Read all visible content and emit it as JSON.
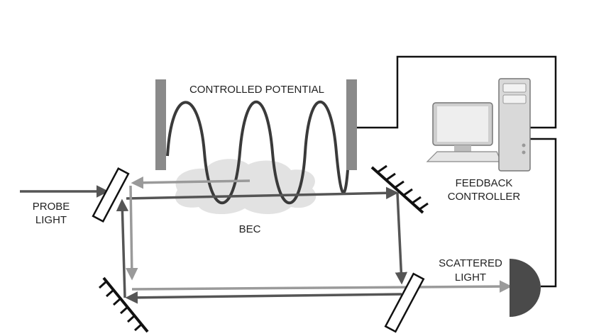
{
  "labels": {
    "controlled_potential": "CONTROLLED POTENTIAL",
    "probe_line1": "PROBE",
    "probe_line2": "LIGHT",
    "bec": "BEC",
    "feedback_line1": "FEEDBACK",
    "feedback_line2": "CONTROLLER",
    "scattered_line1": "SCATTERED",
    "scattered_line2": "LIGHT"
  },
  "colors": {
    "dark_beam": "#555555",
    "light_beam": "#9a9a9a",
    "potential_plate": "#8a8a8a",
    "wave": "#3a3a3a",
    "bec_cloud": "#e2e2e2",
    "wire": "#111111",
    "detector": "#4a4a4a",
    "computer_case": "#d9d9d9",
    "screen": "#eeeeee"
  }
}
